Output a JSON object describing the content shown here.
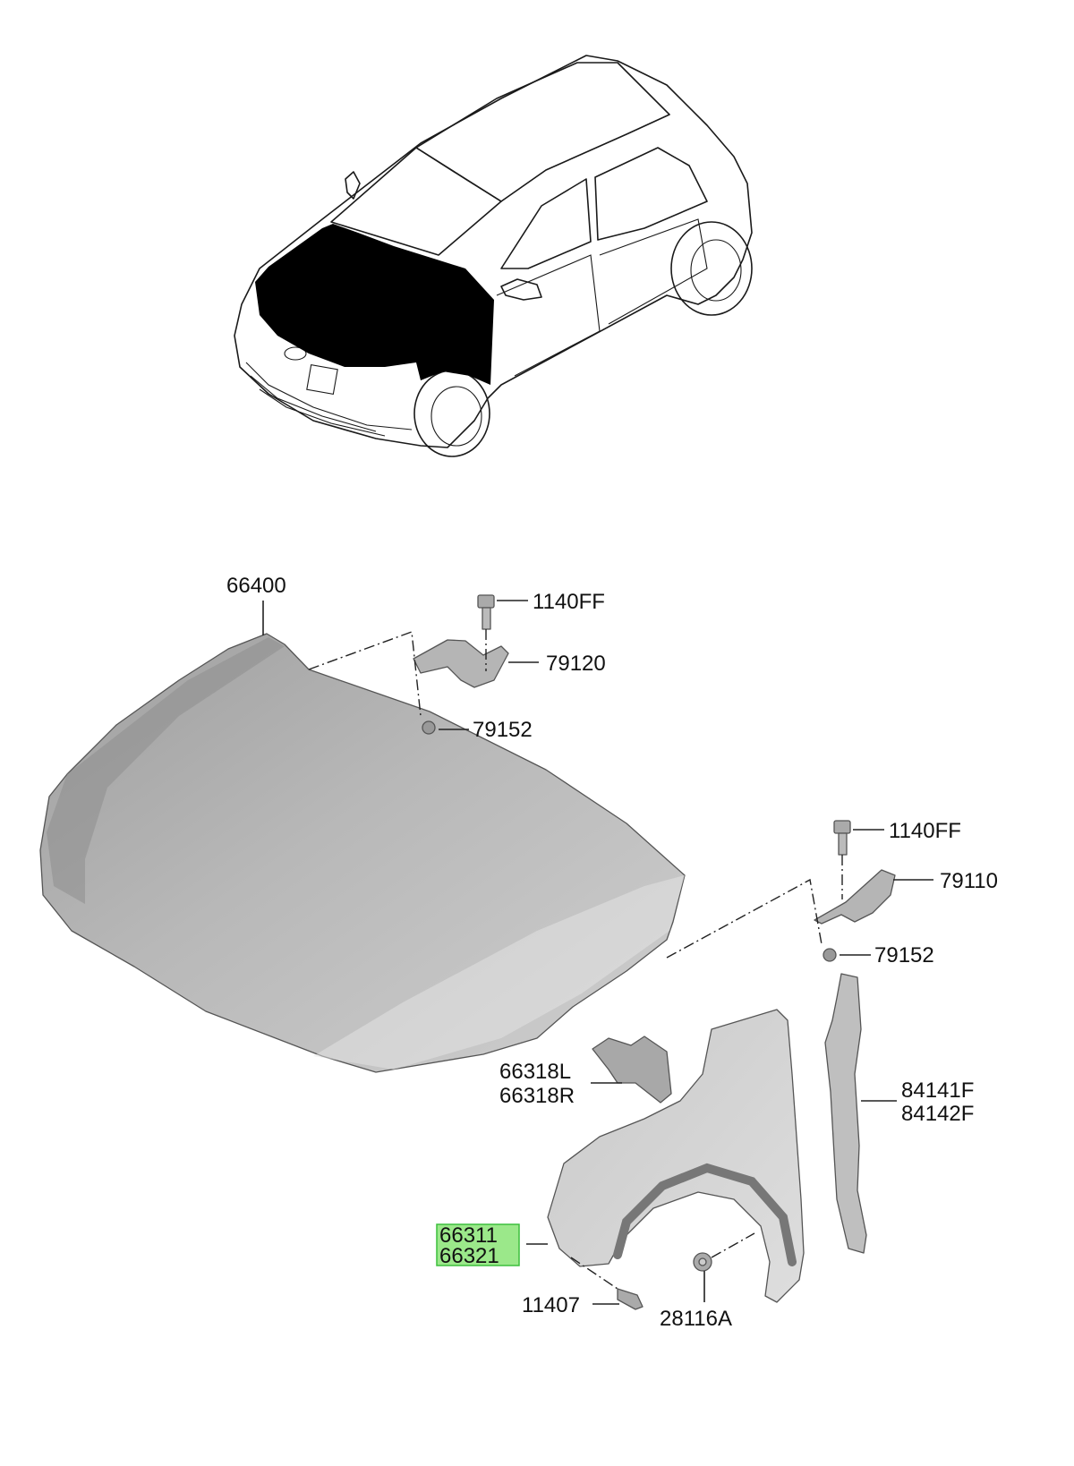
{
  "parts": {
    "hood": "66400",
    "bolt_upper": "1140FF",
    "hinge_left": "79120",
    "bolt_hinge_left": "79152",
    "bolt_right": "1140FF",
    "hinge_right": "79110",
    "bolt_hinge_right": "79152",
    "bracket_l": "66318L",
    "bracket_r": "66318R",
    "seal_f": "84141F",
    "seal_f2": "84142F",
    "fender_1": "66311",
    "fender_2": "66321",
    "screw": "11407",
    "nut": "28116A"
  },
  "colors": {
    "highlight": "#9be88a",
    "highlight_border": "#3cbf3c",
    "part_fill": "#bdbdbd"
  }
}
